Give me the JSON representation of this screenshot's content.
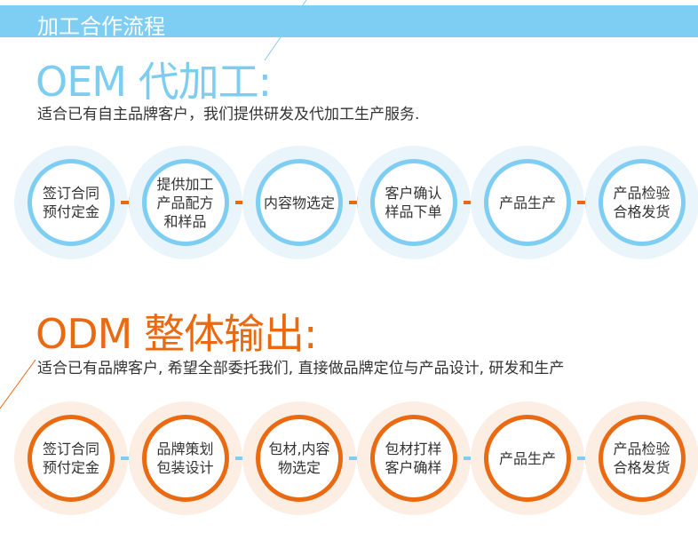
{
  "banner": {
    "title": "加工合作流程"
  },
  "oem": {
    "title": "OEM 代加工:",
    "description": "适合已有自主品牌客户，我们提供研发及代加工生产服务.",
    "steps": [
      "签订合同\n预付定金",
      "提供加工\n产品配方\n和样品",
      "内容物选定",
      "客户确认\n样品下单",
      "产品生产",
      "产品检验\n合格发货"
    ],
    "color": "#7ecdf2",
    "arrow_color": "#ea6a12"
  },
  "odm": {
    "title": "ODM 整体输出:",
    "description": "适合已有品牌客户, 希望全部委托我们, 直接做品牌定位与产品设计, 研发和生产",
    "steps": [
      "签订合同\n预付定金",
      "品牌策划\n包装设计",
      "包材,内容\n物选定",
      "包材打样\n客户确样",
      "产品生产",
      "产品检验\n合格发货"
    ],
    "color": "#ea6a12",
    "arrow_color": "#7ecdf2"
  }
}
